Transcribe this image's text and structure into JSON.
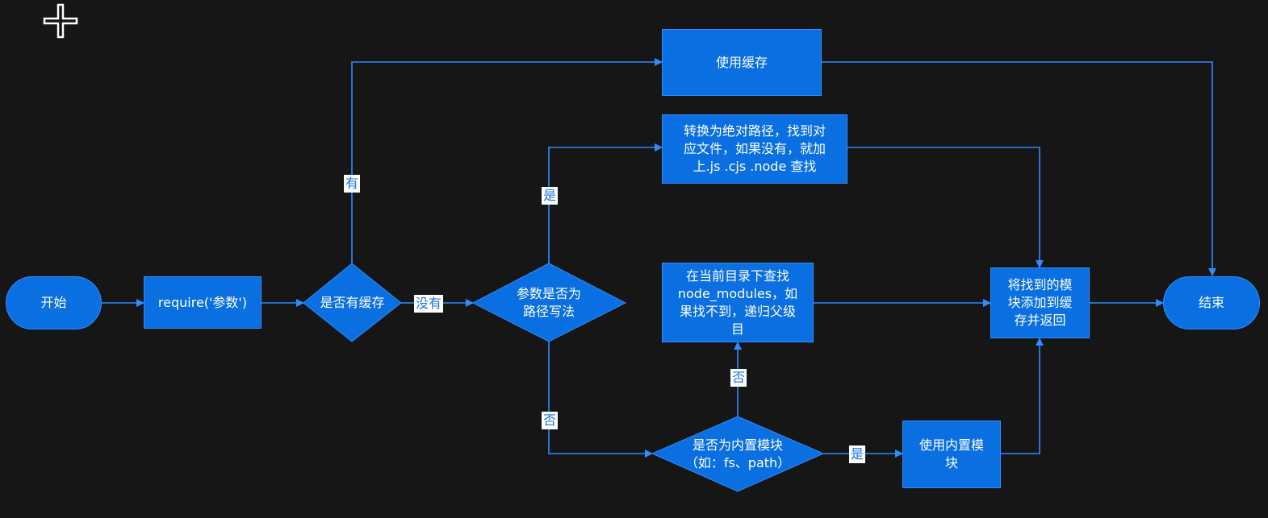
{
  "nodes": {
    "start": "开始",
    "require": "require('参数')",
    "has_cache": "是否有缓存",
    "use_cache": "使用缓存",
    "is_path": "参数是否为\n路径写法",
    "abs_path": "转换为绝对路径，找到对\n应文件，如果没有，就加\n上.js .cjs .node 查找",
    "node_modules": "在当前目录下查找\nnode_modules，如\n果找不到，递归父级\n目",
    "is_builtin": "是否为内置模块\n（如：fs、path）",
    "use_builtin": "使用内置模\n块",
    "add_cache": "将找到的模\n块添加到缓\n存并返回",
    "end": "结束"
  },
  "edge_labels": {
    "has": "有",
    "none": "没有",
    "yes_path": "是",
    "no_path": "否",
    "no_builtin": "否",
    "yes_builtin": "是"
  },
  "colors": {
    "background": "#161616",
    "node_fill": "#0a6fe0",
    "edge": "#2f8cff",
    "label_bg": "#ffffff",
    "label_text": "#1b73e8"
  }
}
